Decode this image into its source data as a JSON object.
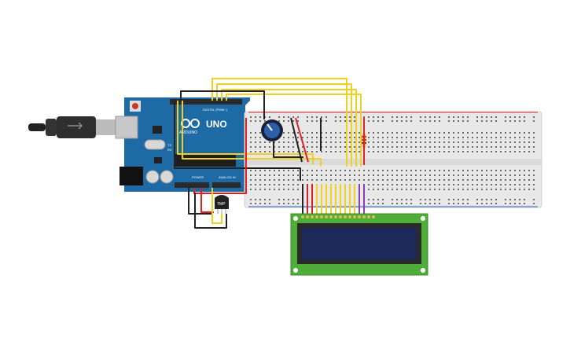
{
  "board": {
    "model": "UNO",
    "brand": "ARDUINO",
    "digital_header_label": "DIGITAL (PWM~)",
    "power_label": "POWER",
    "analog_label": "ANALOG IN",
    "led_labels": [
      "TX",
      "RX"
    ],
    "colors": {
      "pcb": "#1d6aa5",
      "header": "#2a2a2a"
    }
  },
  "sensor": {
    "label": "TMP"
  },
  "breadboard": {
    "colors": {
      "body": "#e8e8e8",
      "rail_red": "#d93030",
      "rail_blue": "#3060c0"
    }
  },
  "lcd": {
    "colors": {
      "pcb": "#4fae3a",
      "screen": "#1b2a5a"
    }
  },
  "wire_colors": {
    "yellow": "#f0d020",
    "red": "#e02020",
    "black": "#222222",
    "purple": "#8a3fb0"
  }
}
